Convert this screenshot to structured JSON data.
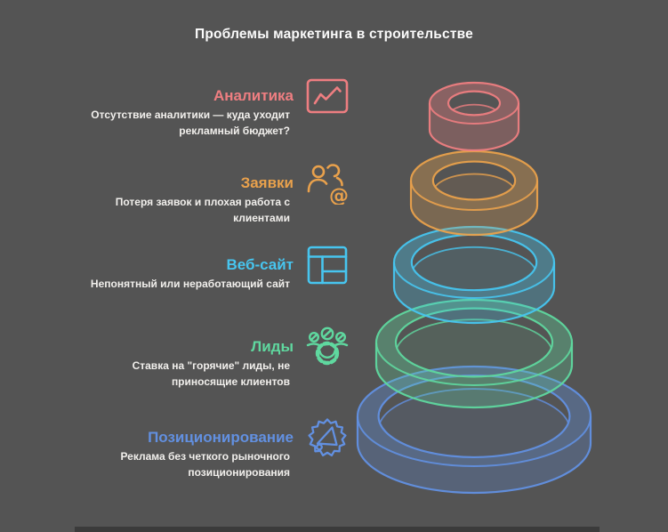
{
  "title": "Проблемы маркетинга в строительстве",
  "sections": [
    {
      "id": "analytics",
      "label": "Аналитика",
      "description": "Отсутствие аналитики — куда уходит рекламный бюджет?",
      "color": "#ee7e81",
      "icon": "chart-line-icon"
    },
    {
      "id": "requests",
      "label": "Заявки",
      "description": "Потеря заявок и плохая работа с клиентами",
      "color": "#e9a14c",
      "icon": "users-at-icon"
    },
    {
      "id": "website",
      "label": "Веб-сайт",
      "description": "Непонятный или неработающий сайт",
      "color": "#47c5ef",
      "icon": "website-layout-icon"
    },
    {
      "id": "leads",
      "label": "Лиды",
      "description": "Ставка на \"горячие\" лиды, не приносящие клиентов",
      "color": "#5fd89f",
      "icon": "people-gear-icon"
    },
    {
      "id": "positioning",
      "label": "Позиционирование",
      "description": "Реклама без четкого рыночного позиционирования",
      "color": "#6290e1",
      "icon": "megaphone-badge-icon"
    }
  ],
  "funnel": {
    "type": "stacked-ring-pyramid",
    "ring_count": 5,
    "order_top_to_bottom": [
      "analytics",
      "requests",
      "website",
      "leads",
      "positioning"
    ]
  },
  "colors": {
    "background": "#545454",
    "bottom_bar": "#3b3b3b",
    "title": "#fbfbfb",
    "description_text": "#f1efec"
  }
}
